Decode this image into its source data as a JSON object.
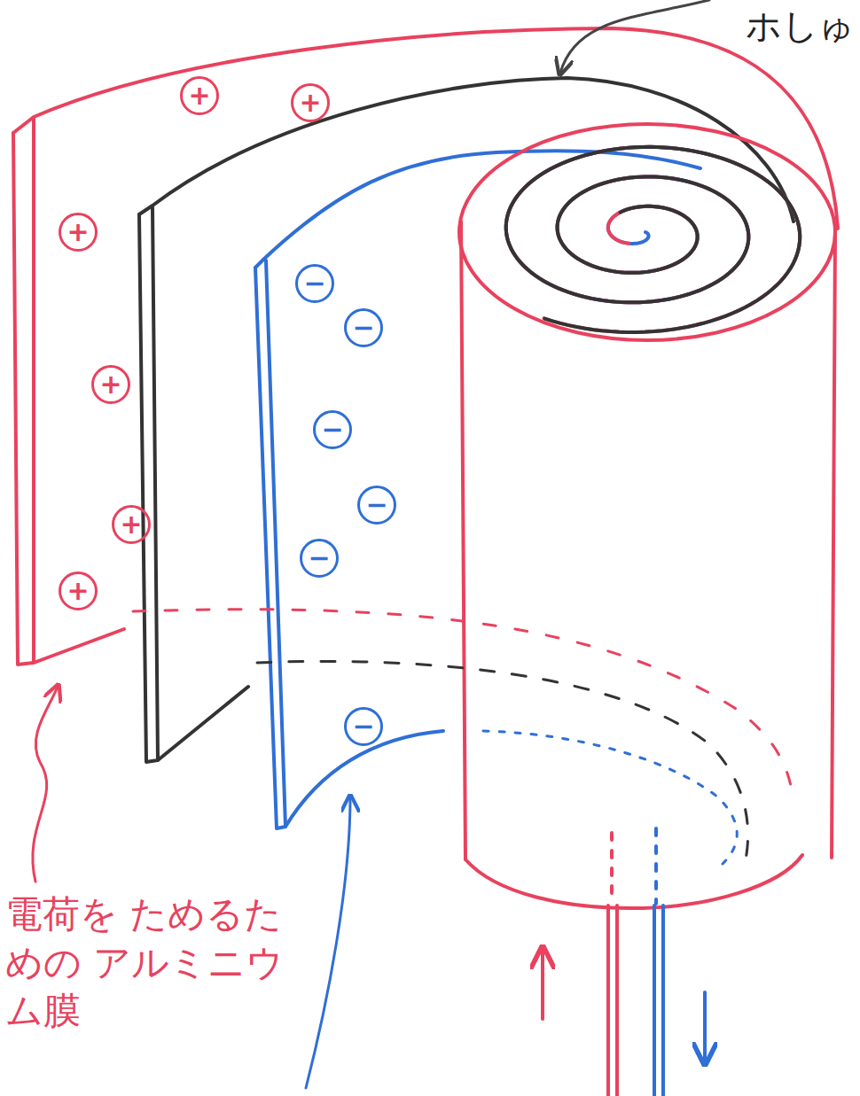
{
  "diagram": {
    "labels": [
      "ホしゅ",
      "+",
      "+",
      "+",
      "+",
      "+",
      "+",
      "−",
      "−",
      "−",
      "−",
      "−",
      "−",
      "電荷を ためるための アルミニウム膜"
    ]
  }
}
